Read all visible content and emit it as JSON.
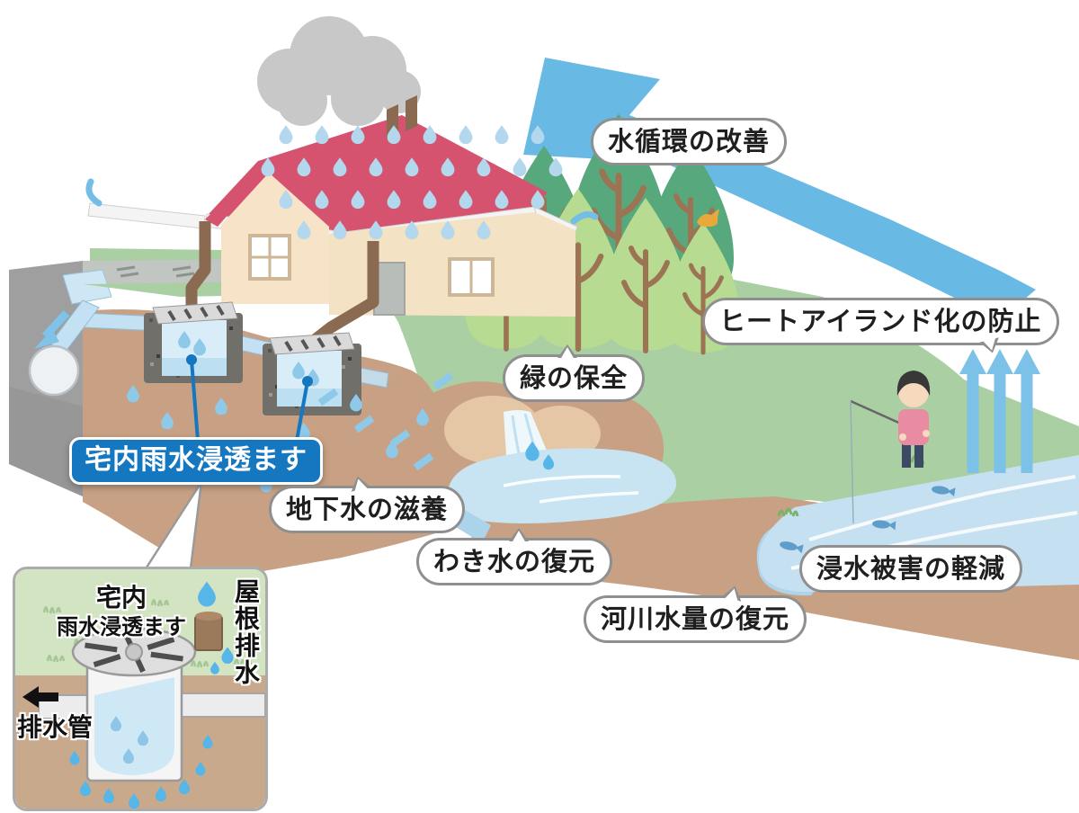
{
  "labels": {
    "water_cycle": "水循環の改善",
    "heat_island": "ヒートアイランド化の防止",
    "green_preservation": "緑の保全",
    "infiltration_basin": "宅内雨水浸透ます",
    "groundwater": "地下水の滋養",
    "spring_water": "わき水の復元",
    "river_volume": "河川水量の復元",
    "flood_damage": "浸水被害の軽減"
  },
  "inset": {
    "location": "宅内",
    "name": "雨水浸透ます",
    "roof_drain": "屋根排水",
    "drain_pipe": "排水管"
  },
  "colors": {
    "callout_blue": "#1577c0",
    "arrow_blue": "#69b9e5",
    "roof_pink": "#d5536f",
    "grass_green": "#a9cfa2",
    "soil_brown": "#c8a184",
    "river_blue": "#c5e1f1",
    "bubble_border_gray": "#8f8f8f"
  }
}
